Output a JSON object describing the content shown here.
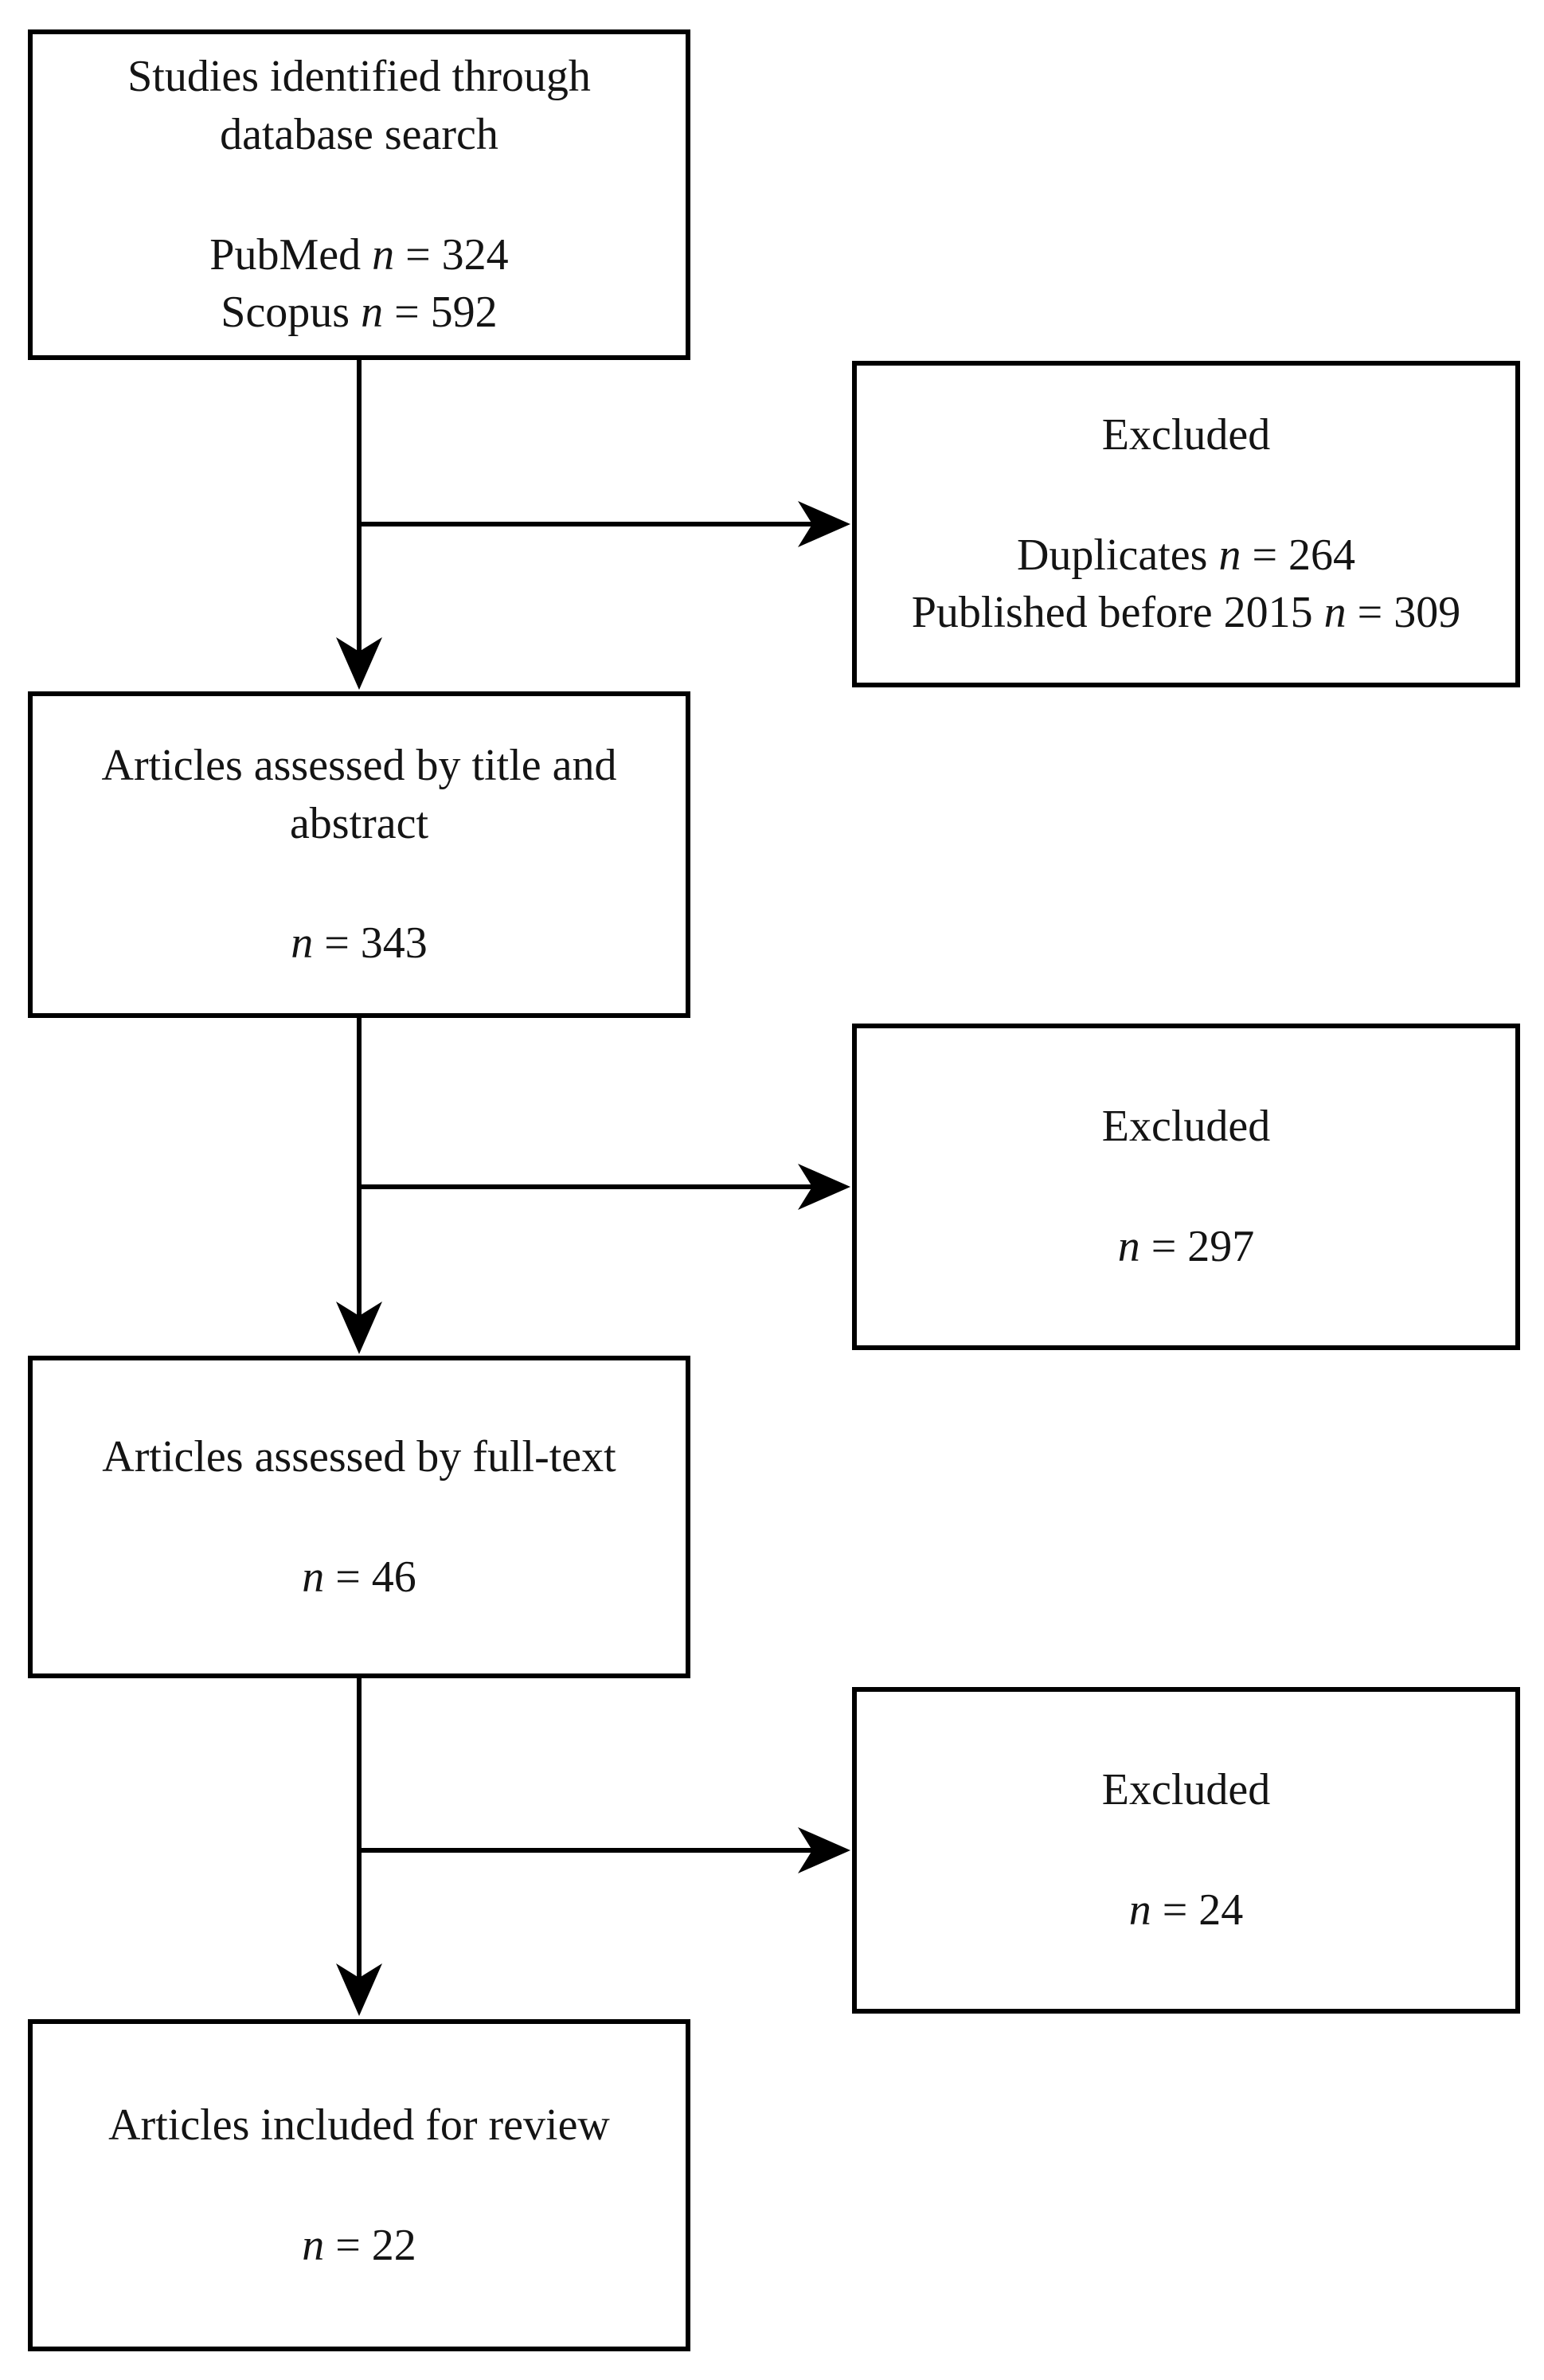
{
  "diagram": {
    "background": "#ffffff",
    "stroke_color": "#000000",
    "text_color": "#141414"
  },
  "boxes": {
    "identified": {
      "title_lines": [
        "Studies identified through",
        "database search"
      ],
      "stats": [
        {
          "prefix": "PubMed ",
          "n": "n",
          "value": " = 324"
        },
        {
          "prefix": "Scopus ",
          "n": "n",
          "value": " = 592"
        }
      ]
    },
    "excluded_1": {
      "title_lines": [
        "Excluded"
      ],
      "stats": [
        {
          "prefix": "Duplicates ",
          "n": "n",
          "value": " = 264"
        },
        {
          "prefix": "Published before 2015 ",
          "n": "n",
          "value": " = 309"
        }
      ]
    },
    "assessed_title_abstract": {
      "title_lines": [
        "Articles assessed by title and",
        "abstract"
      ],
      "stats": [
        {
          "prefix": "",
          "n": "n",
          "value": " = 343"
        }
      ]
    },
    "excluded_2": {
      "title_lines": [
        "Excluded"
      ],
      "stats": [
        {
          "prefix": "",
          "n": "n",
          "value": " = 297"
        }
      ]
    },
    "assessed_fulltext": {
      "title_lines": [
        "Articles assessed by full-text"
      ],
      "stats": [
        {
          "prefix": "",
          "n": "n",
          "value": " = 46"
        }
      ]
    },
    "excluded_3": {
      "title_lines": [
        "Excluded"
      ],
      "stats": [
        {
          "prefix": "",
          "n": "n",
          "value": " = 24"
        }
      ]
    },
    "included": {
      "title_lines": [
        "Articles included for review"
      ],
      "stats": [
        {
          "prefix": "",
          "n": "n",
          "value": " = 22"
        }
      ]
    }
  },
  "edges": [
    {
      "from": "identified",
      "to": "excluded_1"
    },
    {
      "from": "identified",
      "to": "assessed_title_abstract"
    },
    {
      "from": "assessed_title_abstract",
      "to": "excluded_2"
    },
    {
      "from": "assessed_title_abstract",
      "to": "assessed_fulltext"
    },
    {
      "from": "assessed_fulltext",
      "to": "excluded_3"
    },
    {
      "from": "assessed_fulltext",
      "to": "included"
    }
  ]
}
